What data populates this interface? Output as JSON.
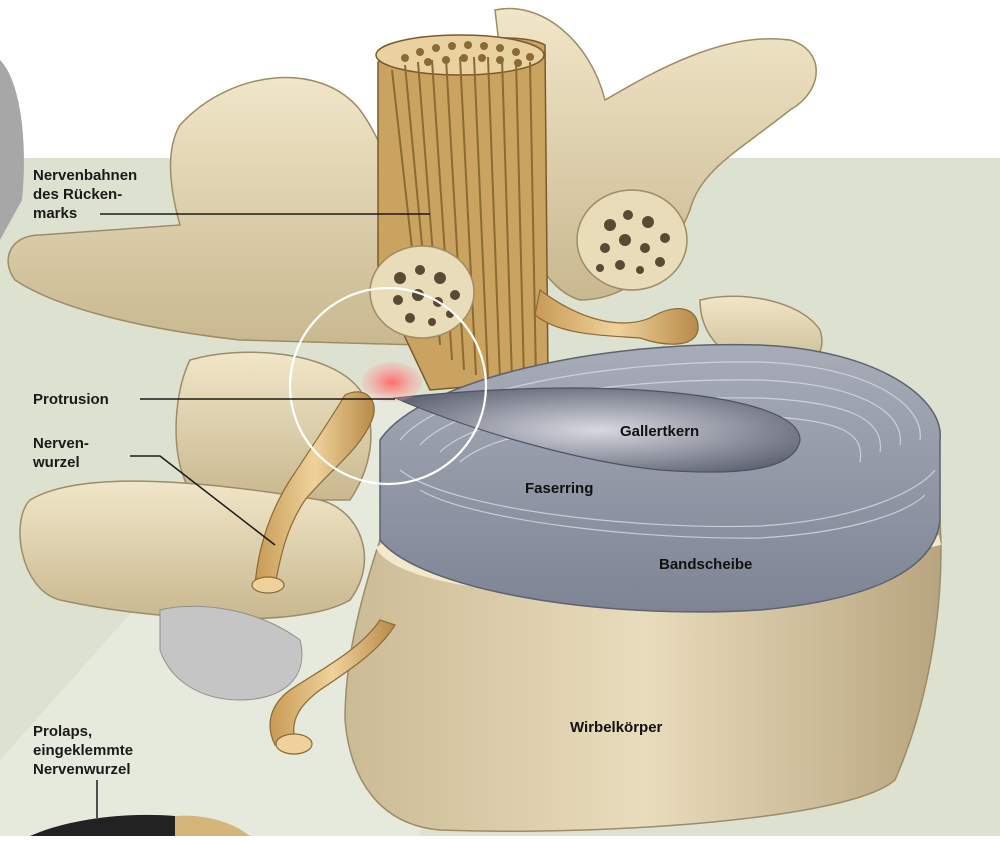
{
  "labels": {
    "nervenbahnen": [
      "Nervenbahnen",
      "des Rücken-",
      "marks"
    ],
    "protrusion": "Protrusion",
    "nervenwurzel": [
      "Nerven-",
      "wurzel"
    ],
    "prolaps": [
      "Prolaps,",
      "eingeklemmte",
      "Nervenwurzel"
    ],
    "gallertkern": "Gallertkern",
    "faserring": "Faserring",
    "bandscheibe": "Bandscheibe",
    "wirbelkoerper": "Wirbelkörper"
  },
  "colors": {
    "bone": "#e6d8b4",
    "bone_shadow": "#b9a57c",
    "nerve": "#d9b578",
    "disc": "#8f96a6",
    "nucleus": "#6f7383",
    "protrusion": "#e86a6a",
    "background_band": "#dde2d0"
  }
}
